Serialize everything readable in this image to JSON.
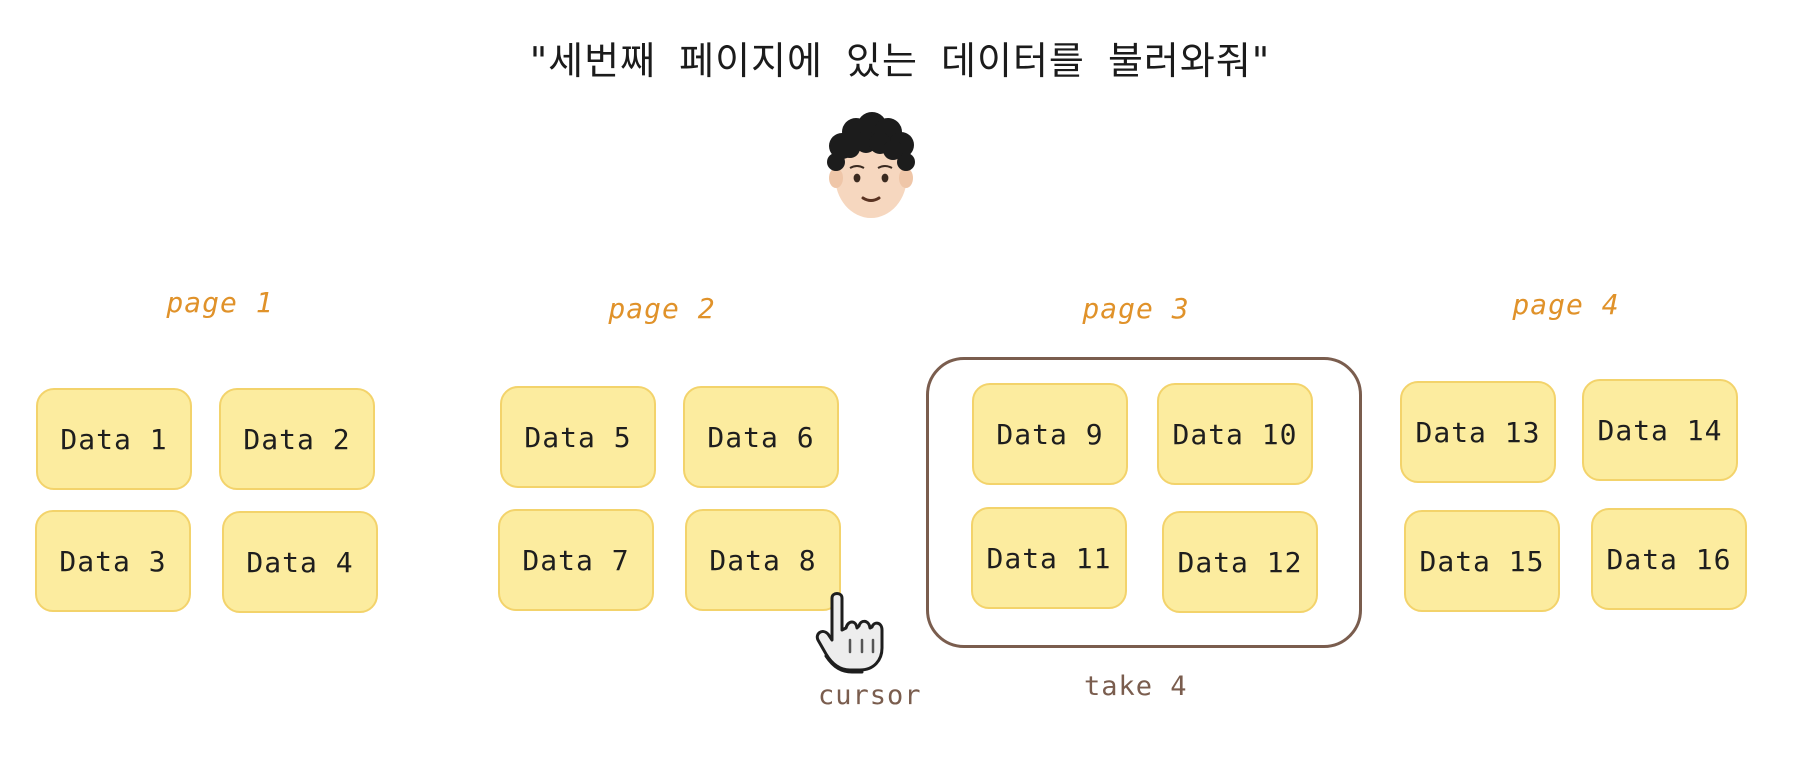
{
  "quote": "\"세번째 페이지에 있는 데이터를 불러와줘\"",
  "avatar_icon": "person-curly-hair-icon",
  "pages": [
    {
      "label": "page 1",
      "items": [
        "Data 1",
        "Data 2",
        "Data 3",
        "Data 4"
      ]
    },
    {
      "label": "page 2",
      "items": [
        "Data 5",
        "Data 6",
        "Data 7",
        "Data 8"
      ]
    },
    {
      "label": "page 3",
      "items": [
        "Data 9",
        "Data 10",
        "Data 11",
        "Data 12"
      ]
    },
    {
      "label": "page 4",
      "items": [
        "Data 13",
        "Data 14",
        "Data 15",
        "Data 16"
      ]
    }
  ],
  "take_label": "take 4",
  "cursor_label": "cursor",
  "cursor_icon": "hand-pointer-icon",
  "colors": {
    "card_fill": "#fcec9f",
    "card_border": "#f3d36b",
    "page_label": "#e0922a",
    "take_box": "#7a5d4e",
    "note_text": "#7a5d4e"
  }
}
